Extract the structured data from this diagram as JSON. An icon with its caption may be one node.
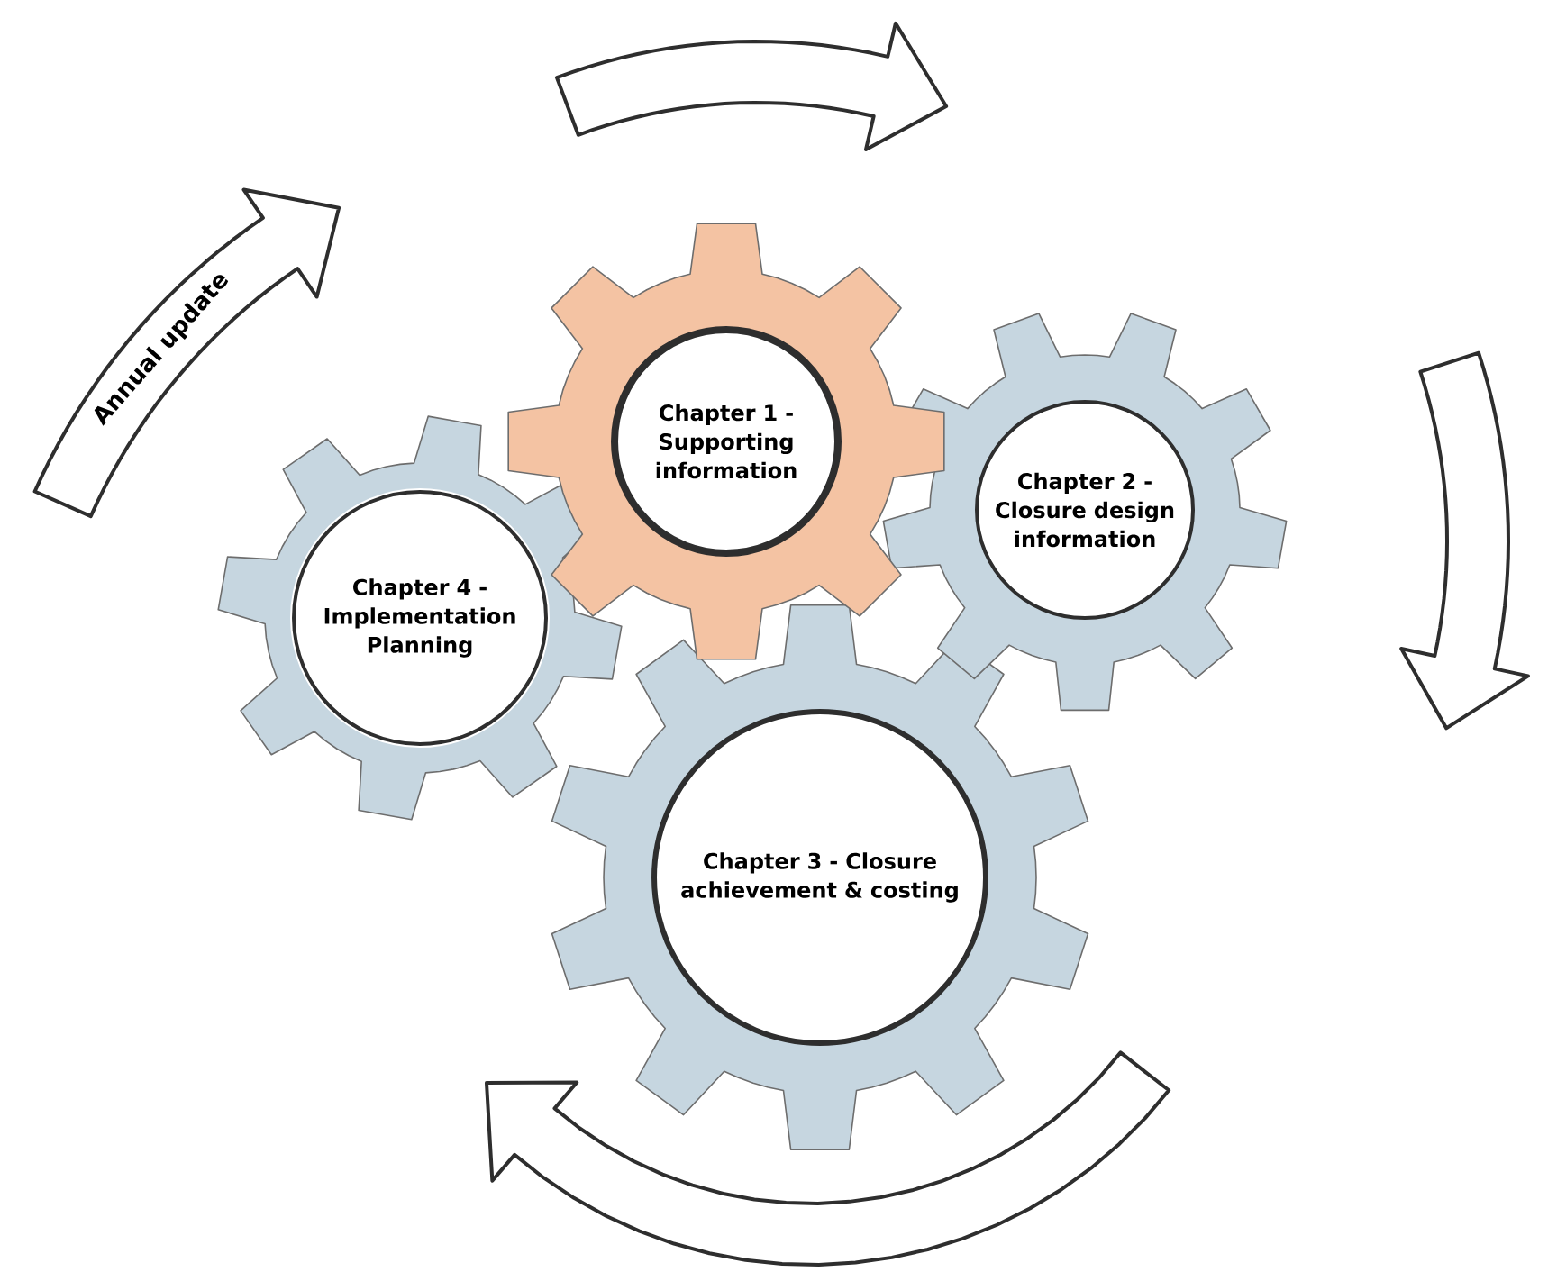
{
  "diagram": {
    "nodes": [
      {
        "text": [
          "Chapter 1 - Supporting information"
        ]
      },
      {
        "text": [
          "Chapter 2 - Closure design information"
        ]
      },
      {
        "text": [
          "Chapter 3 - Closure achievement & costing"
        ]
      },
      {
        "text": [
          "Chapter 4 - Implementation Planning"
        ]
      }
    ],
    "labels": [
      "Annual update"
    ]
  }
}
